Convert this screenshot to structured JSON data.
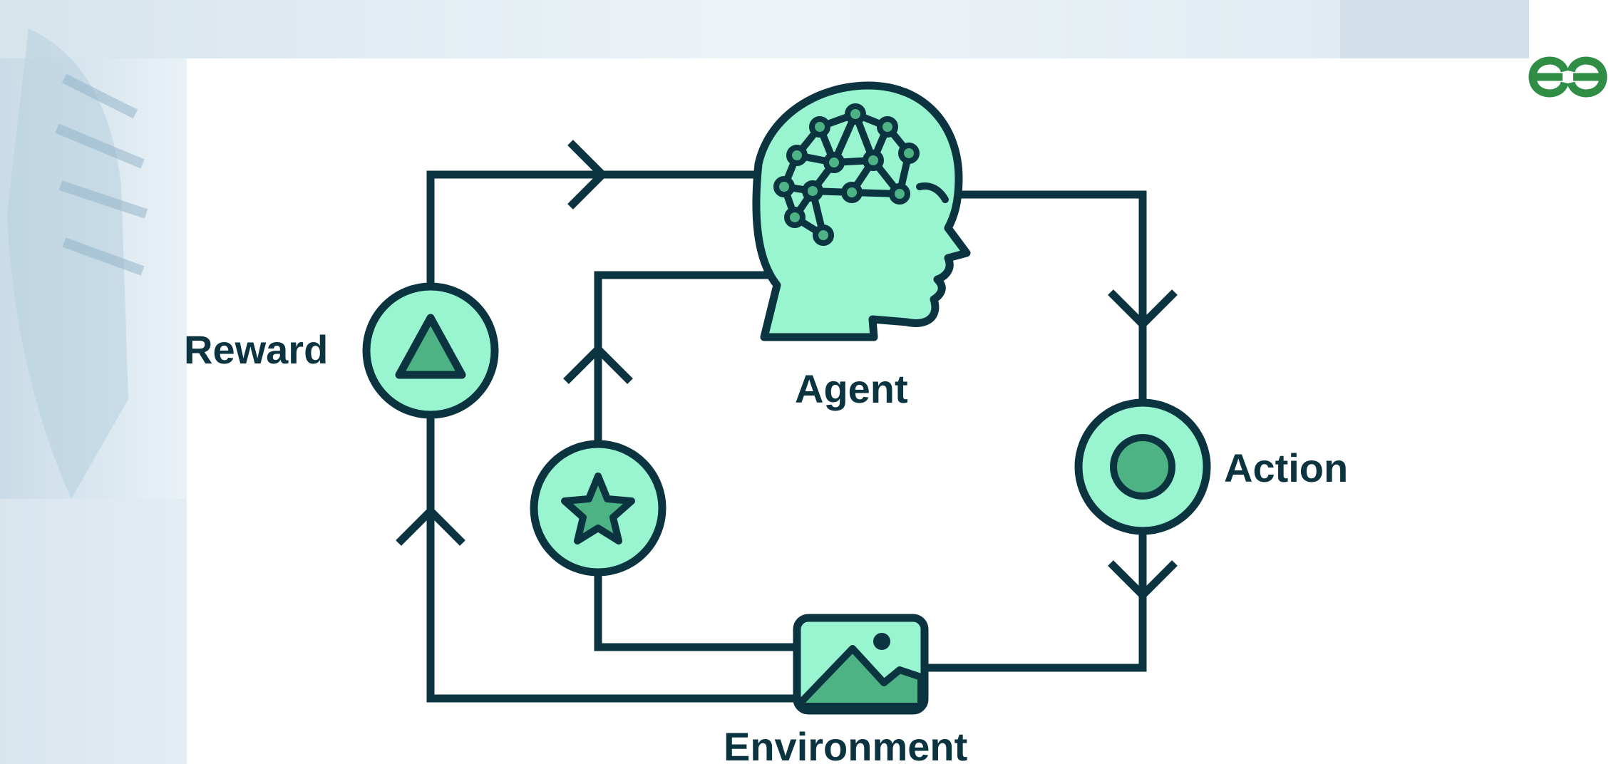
{
  "diagram": {
    "nodes": {
      "agent": {
        "label": "Agent",
        "icon": "brain-head-icon"
      },
      "action": {
        "label": "Action",
        "icon": "filled-circle-icon"
      },
      "environment": {
        "label": "Environment",
        "icon": "landscape-image-icon"
      },
      "reward": {
        "label": "Reward",
        "icon": "triangle-icon"
      },
      "state": {
        "label": "",
        "icon": "star-icon"
      }
    },
    "edges": [
      {
        "from": "reward",
        "to": "agent"
      },
      {
        "from": "agent",
        "to": "action"
      },
      {
        "from": "action",
        "to": "environment"
      },
      {
        "from": "environment",
        "to": "reward"
      },
      {
        "from": "environment",
        "to": "state"
      },
      {
        "from": "state",
        "to": "agent"
      }
    ],
    "logo": {
      "icon": "gfg-logo-icon"
    }
  },
  "colors": {
    "outline": "#0b3440",
    "fill_light": "#98f5d0",
    "fill_medium": "#4eb384",
    "logo_green": "#2f8d46"
  }
}
